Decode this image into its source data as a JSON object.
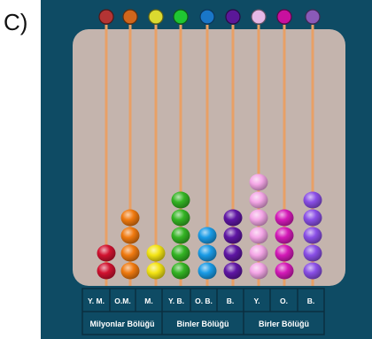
{
  "figure_label": "C)",
  "columns": [
    {
      "code": "Y. M.",
      "top_color": "#b43434",
      "bead_color": "#d11230",
      "beads": 2
    },
    {
      "code": "O.M.",
      "top_color": "#d0661c",
      "bead_color": "#f07a10",
      "beads": 4
    },
    {
      "code": "M.",
      "top_color": "#dada30",
      "bead_color": "#f3e414",
      "beads": 2
    },
    {
      "code": "Y. B.",
      "top_color": "#1fc632",
      "bead_color": "#34b424",
      "beads": 5
    },
    {
      "code": "O. B.",
      "top_color": "#1976c8",
      "bead_color": "#1a9be6",
      "beads": 3
    },
    {
      "code": "B.",
      "top_color": "#5a1898",
      "bead_color": "#5f16a4",
      "beads": 4
    },
    {
      "code": "Y.",
      "top_color": "#e6b8e6",
      "bead_color": "#f4a6e6",
      "beads": 6
    },
    {
      "code": "O.",
      "top_color": "#c8109e",
      "bead_color": "#d41ab8",
      "beads": 4
    },
    {
      "code": "B.",
      "top_color": "#8a5ab8",
      "bead_color": "#8a4fe6",
      "beads": 5
    }
  ],
  "groups": [
    {
      "label": "Milyonlar Bölüğü"
    },
    {
      "label": "Binler Bölüğü"
    },
    {
      "label": "Birler Bölüğü"
    }
  ],
  "colors": {
    "background": "#0e4b64",
    "board": "#c4b4ad",
    "rod": "#e8a066",
    "table_border": "#0a2f40"
  }
}
